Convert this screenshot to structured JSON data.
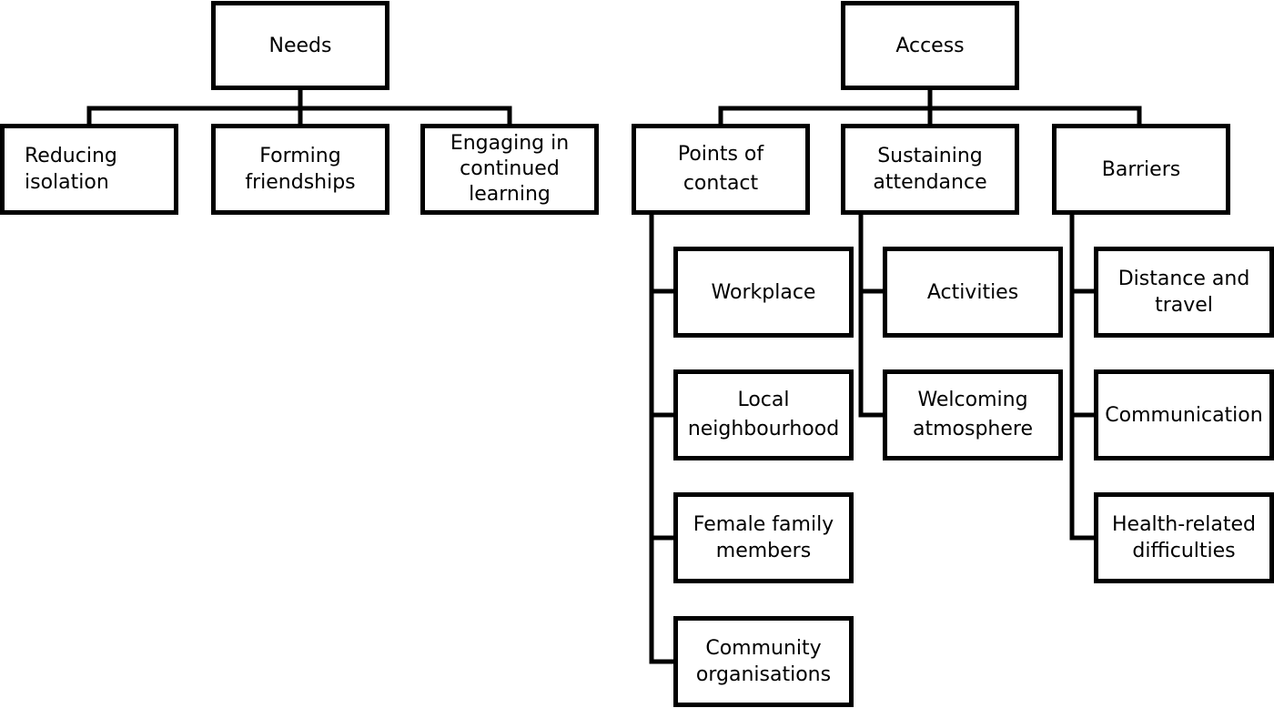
{
  "needs": {
    "root": "Needs",
    "children": [
      "Reducing\nisolation",
      "Forming\nfriendships",
      "Engaging in\ncontinued\nlearning"
    ]
  },
  "access": {
    "root": "Access",
    "points_of_contact": {
      "label": "Points of\ncontact",
      "items": [
        "Workplace",
        "Local\nneighbourhood",
        "Female family\nmembers",
        "Community\norganisations"
      ]
    },
    "sustaining_attendance": {
      "label": "Sustaining\nattendance",
      "items": [
        "Activities",
        "Welcoming\natmosphere"
      ]
    },
    "barriers": {
      "label": "Barriers",
      "items": [
        "Distance and\ntravel",
        "Communication",
        "Health-related\ndifficulties"
      ]
    }
  }
}
